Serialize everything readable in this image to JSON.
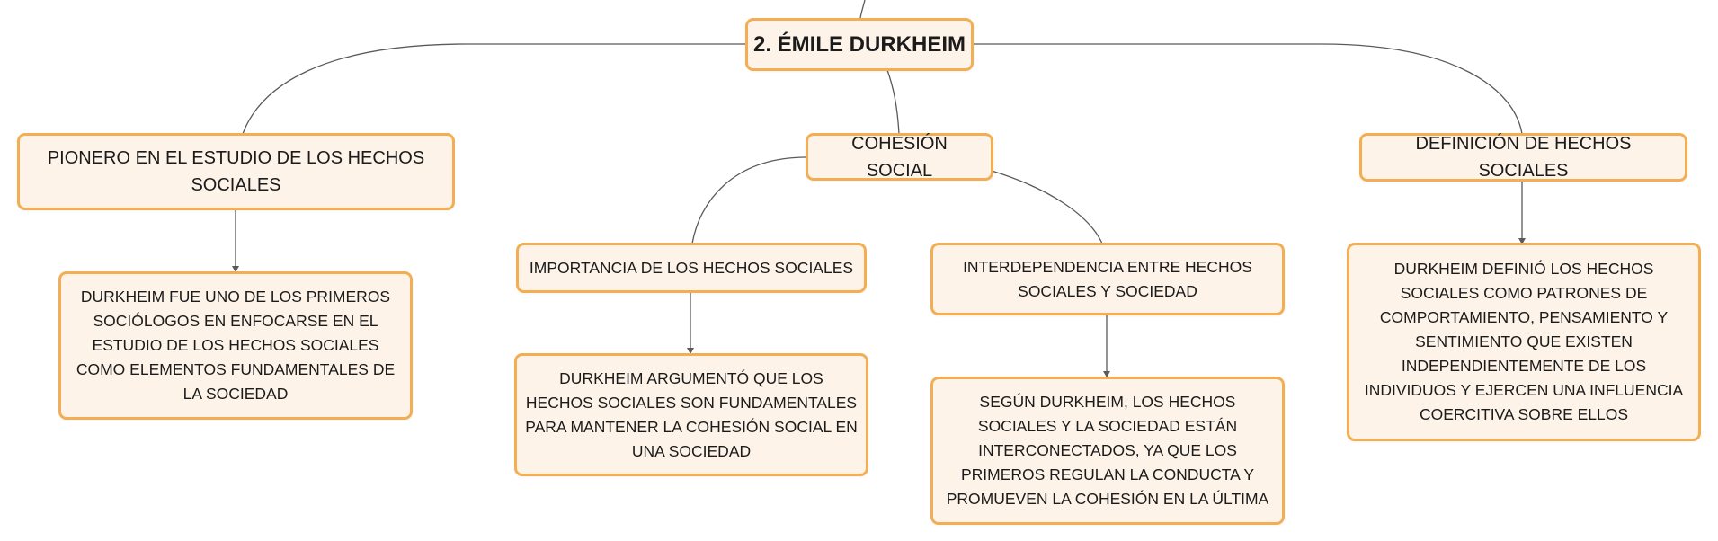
{
  "colors": {
    "node_border": "#f3ad52",
    "node_fill": "#fdf3e8",
    "connector": "#5a5a5a"
  },
  "root": {
    "label": "2. ÉMILE DURKHEIM"
  },
  "topics": {
    "pioneer": {
      "label": "PIONERO EN EL ESTUDIO DE LOS HECHOS SOCIALES",
      "detail": "DURKHEIM FUE UNO DE LOS PRIMEROS SOCIÓLOGOS EN ENFOCARSE EN EL ESTUDIO DE LOS HECHOS SOCIALES COMO ELEMENTOS FUNDAMENTALES DE LA SOCIEDAD"
    },
    "cohesion": {
      "label": "COHESIÓN SOCIAL",
      "importance": {
        "label": "IMPORTANCIA DE LOS HECHOS SOCIALES",
        "detail": "DURKHEIM ARGUMENTÓ QUE LOS HECHOS SOCIALES SON FUNDAMENTALES PARA MANTENER LA COHESIÓN SOCIAL EN UNA SOCIEDAD"
      },
      "interdependence": {
        "label": "INTERDEPENDENCIA ENTRE HECHOS SOCIALES Y SOCIEDAD",
        "detail": "SEGÚN DURKHEIM, LOS HECHOS SOCIALES Y LA SOCIEDAD ESTÁN INTERCONECTADOS, YA QUE LOS PRIMEROS REGULAN LA CONDUCTA Y PROMUEVEN LA COHESIÓN EN LA ÚLTIMA"
      }
    },
    "definition": {
      "label": "DEFINICIÓN DE HECHOS SOCIALES",
      "detail": "DURKHEIM DEFINIÓ LOS HECHOS SOCIALES COMO PATRONES DE COMPORTAMIENTO, PENSAMIENTO Y SENTIMIENTO QUE EXISTEN INDEPENDIENTEMENTE DE LOS INDIVIDUOS Y EJERCEN UNA INFLUENCIA COERCITIVA SOBRE ELLOS"
    }
  }
}
